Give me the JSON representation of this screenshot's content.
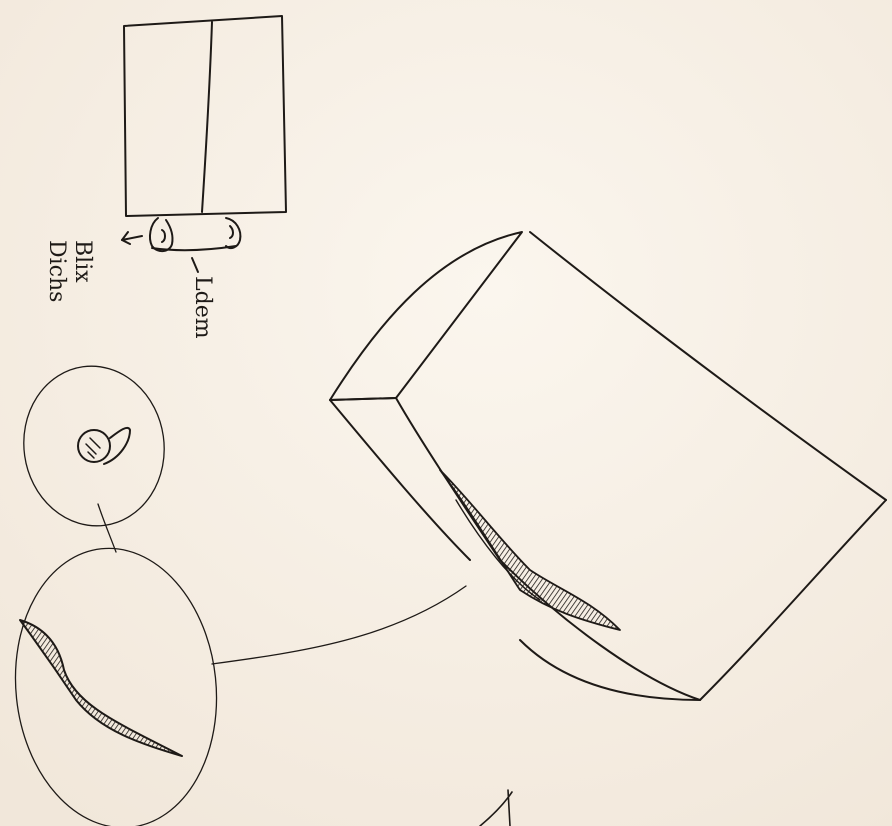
{
  "sketch": {
    "labels": {
      "left_words": [
        "Blix",
        "Dichs"
      ],
      "right_word": "Ldem"
    },
    "ink_color": "#1e1a17",
    "paper_color": "#f7efe3"
  }
}
